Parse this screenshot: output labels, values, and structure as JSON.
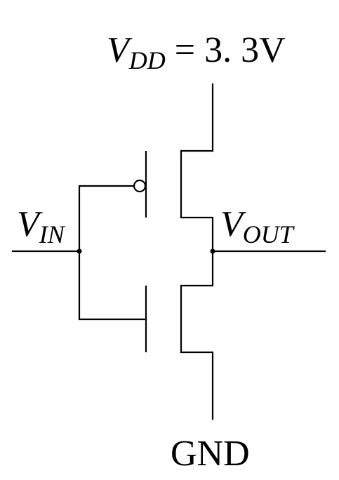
{
  "labels": {
    "vdd": {
      "symbol": "V",
      "subscript": "DD",
      "value": " = 3. 3V"
    },
    "vin": {
      "symbol": "V",
      "subscript": "IN"
    },
    "vout": {
      "symbol": "V",
      "subscript": "OUT"
    },
    "gnd": "GND"
  },
  "components": {
    "pmos": "pmos-transistor",
    "nmos": "nmos-transistor"
  }
}
